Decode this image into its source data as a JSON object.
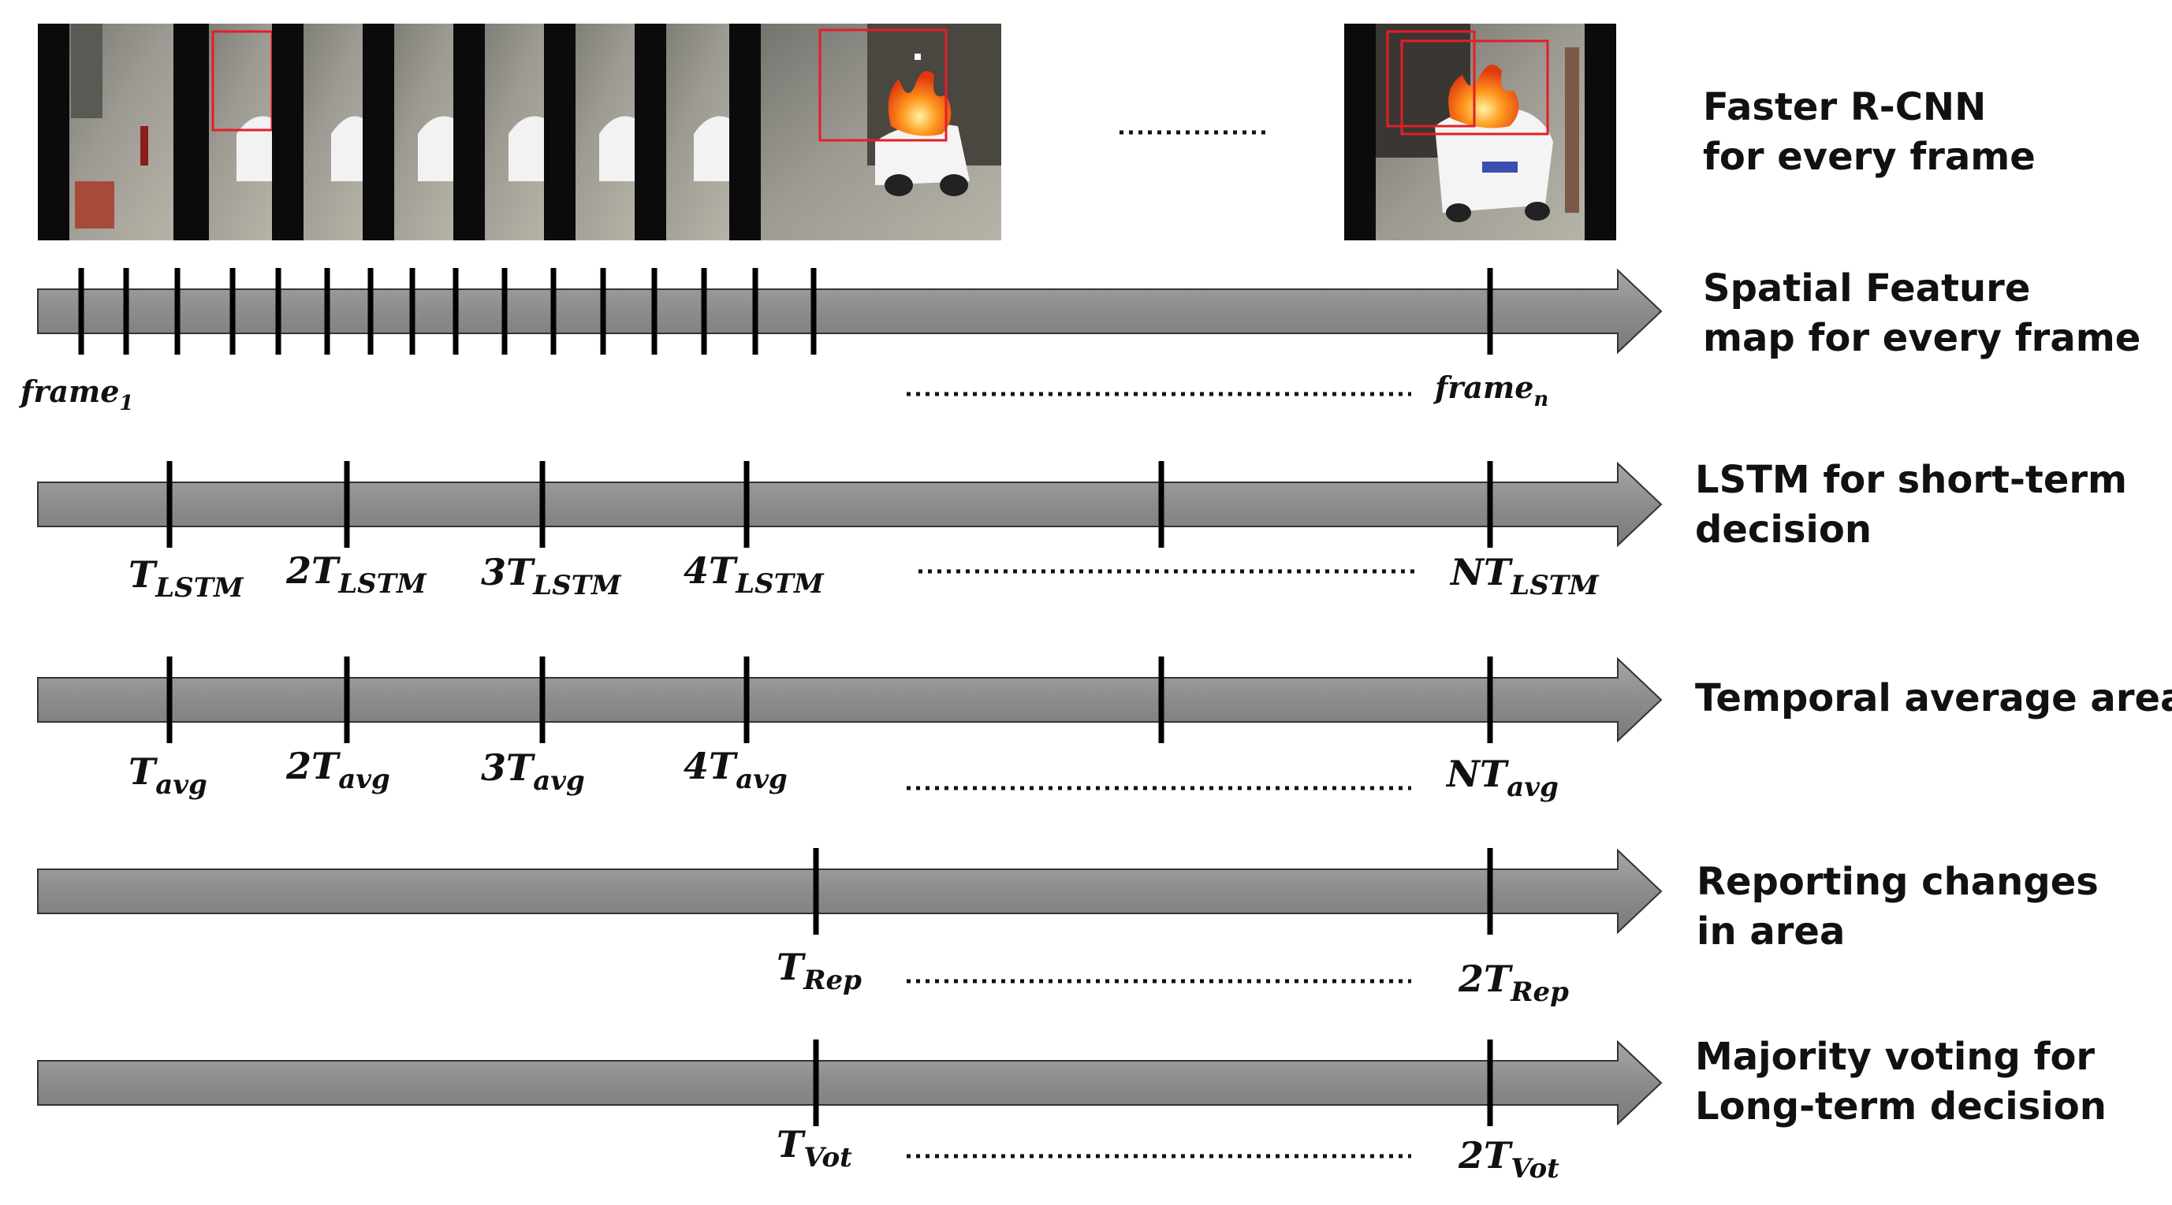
{
  "rows": [
    {
      "label_lines": [
        "Faster R-CNN",
        "for every frame"
      ],
      "has_axis": false
    },
    {
      "label_lines": [
        "Spatial Feature",
        "map for every frame"
      ],
      "has_axis": true,
      "tick_labels": [
        {
          "main": "frame",
          "sub": "1"
        },
        {
          "main": "frame",
          "sub": "n"
        }
      ]
    },
    {
      "label_lines": [
        "LSTM for short-term",
        "decision"
      ],
      "has_axis": true,
      "tick_labels": [
        {
          "main": "T",
          "sub": "LSTM"
        },
        {
          "main": "2T",
          "sub": "LSTM"
        },
        {
          "main": "3T",
          "sub": "LSTM"
        },
        {
          "main": "4T",
          "sub": "LSTM"
        },
        {
          "main": "NT",
          "sub": "LSTM"
        }
      ]
    },
    {
      "label_lines": [
        "Temporal average area"
      ],
      "has_axis": true,
      "tick_labels": [
        {
          "main": "T",
          "sub": "avg"
        },
        {
          "main": "2T",
          "sub": "avg"
        },
        {
          "main": "3T",
          "sub": "avg"
        },
        {
          "main": "4T",
          "sub": "avg"
        },
        {
          "main": "NT",
          "sub": "avg"
        }
      ]
    },
    {
      "label_lines": [
        "Reporting changes",
        "in area"
      ],
      "has_axis": true,
      "tick_labels": [
        {
          "main": "T",
          "sub": "Rep"
        },
        {
          "main": "2T",
          "sub": "Rep"
        }
      ]
    },
    {
      "label_lines": [
        "Majority voting for",
        "Long-term decision"
      ],
      "has_axis": true,
      "tick_labels": [
        {
          "main": "T",
          "sub": "Vot"
        },
        {
          "main": "2T",
          "sub": "Vot"
        }
      ]
    }
  ],
  "colors": {
    "axis_fill": "#8c8c8c",
    "axis_stroke": "#333333",
    "tick": "#000000",
    "detection_box": "#e41e26",
    "fire": "#ff7a18"
  },
  "icons": [
    "surveillance-frame-thumbnail",
    "fire-detection-box",
    "burning-car-frame"
  ]
}
